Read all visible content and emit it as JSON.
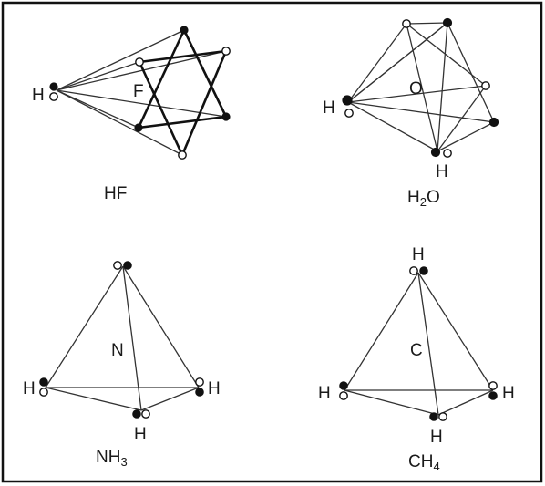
{
  "panels": {
    "hf": {
      "atoms": [
        "H",
        "F"
      ],
      "caption": "HF"
    },
    "h2o": {
      "atoms": [
        "H",
        "O",
        "H"
      ],
      "caption": {
        "a": "H",
        "sub": "2",
        "b": "O"
      }
    },
    "nh3": {
      "atoms": [
        "N",
        "H",
        "H",
        "H"
      ],
      "caption": {
        "a": "NH",
        "sub": "3"
      }
    },
    "ch4": {
      "atoms": [
        "H",
        "C",
        "H",
        "H",
        "H"
      ],
      "caption": {
        "a": "CH",
        "sub": "4"
      }
    }
  }
}
